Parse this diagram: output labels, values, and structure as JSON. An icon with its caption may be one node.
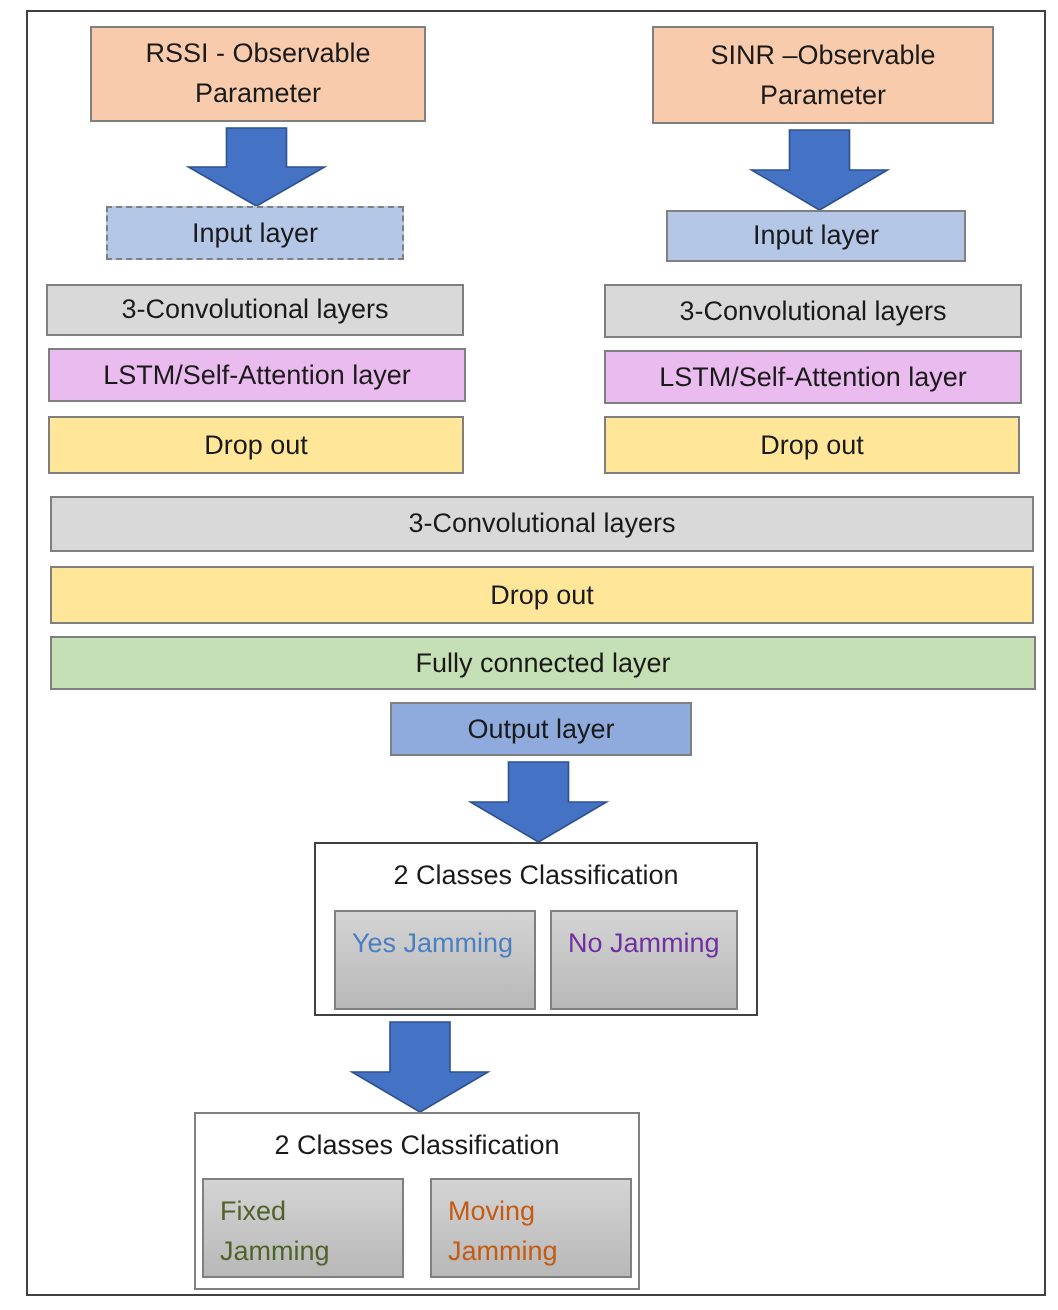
{
  "diagram": {
    "nodes": [
      {
        "text": [
          "RSSI - Observable Parameter"
        ]
      },
      {
        "text": [
          "SINR –Observable Parameter"
        ]
      },
      {
        "text": [
          "Input layer"
        ]
      },
      {
        "text": [
          "Input layer"
        ]
      },
      {
        "text": [
          "3-Convolutional layers"
        ]
      },
      {
        "text": [
          "3-Convolutional layers"
        ]
      },
      {
        "text": [
          "LSTM/Self-Attention layer"
        ]
      },
      {
        "text": [
          "LSTM/Self-Attention layer"
        ]
      },
      {
        "text": [
          "Drop out"
        ]
      },
      {
        "text": [
          "Drop out"
        ]
      },
      {
        "text": [
          "3-Convolutional layers"
        ]
      },
      {
        "text": [
          "Drop out"
        ]
      },
      {
        "text": [
          "Fully connected layer"
        ]
      },
      {
        "text": [
          "Output layer"
        ]
      },
      {
        "text": [
          "2 Classes Classification"
        ]
      },
      {
        "text": [
          "Yes Jamming"
        ],
        "in": 14
      },
      {
        "text": [
          "No Jamming"
        ],
        "in": 14
      },
      {
        "text": [
          "2 Classes Classification"
        ]
      },
      {
        "text": [
          "Fixed Jamming"
        ],
        "in": 17
      },
      {
        "text": [
          "Moving Jamming"
        ],
        "in": 17
      }
    ],
    "edges": [
      {
        "from": 0,
        "to": 2,
        "arrow": "to"
      },
      {
        "from": 1,
        "to": 3,
        "arrow": "to"
      },
      {
        "from": 13,
        "to": 14,
        "arrow": "to"
      },
      {
        "from": 14,
        "to": 17,
        "arrow": "to"
      }
    ]
  }
}
